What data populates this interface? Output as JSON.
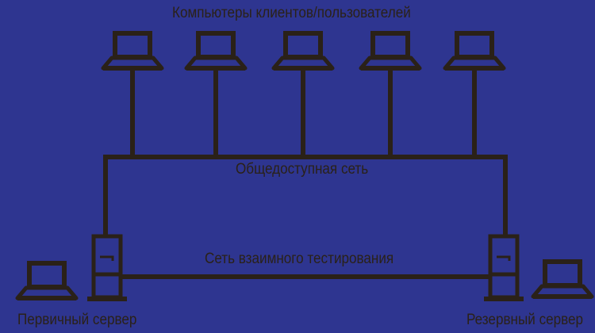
{
  "labels": {
    "clients": "Компьютеры клиентов/пользователей",
    "public_network": "Общедоступная сеть",
    "heartbeat_network": "Сеть взаимного тестирования",
    "primary_server": "Первичный сервер",
    "backup_server": "Резервный сервер"
  },
  "colors": {
    "background": "#2e3590",
    "ink": "#2a2118"
  }
}
